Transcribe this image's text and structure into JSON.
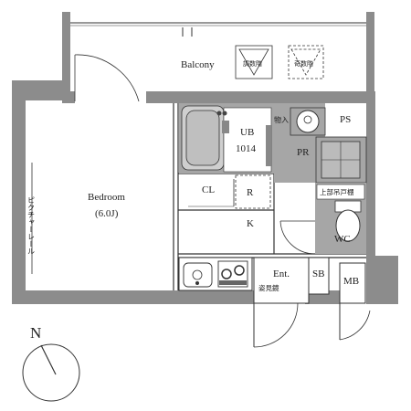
{
  "rooms": {
    "balcony": "Balcony",
    "bedroom": "Bedroom",
    "bedroom_size": "(6.0J)",
    "ub": "UB",
    "ub_code": "1014",
    "pr": "PR",
    "ps": "PS",
    "cl": "CL",
    "r": "R",
    "k": "K",
    "wc": "WC",
    "ent": "Ent.",
    "sb": "SB",
    "mb": "MB"
  },
  "notes": {
    "rail": "ピクチャーレール",
    "washer_space": "物入",
    "upper_shelf": "上部吊戸棚",
    "mirror": "姿見鏡",
    "ac_outdoor_even": "調数階",
    "ac_outdoor_odd": "奇数階"
  },
  "compass": {
    "north": "N"
  },
  "colors": {
    "wall": "#8c8c8c",
    "wet_area": "#a6a6a6",
    "line": "#333333"
  }
}
